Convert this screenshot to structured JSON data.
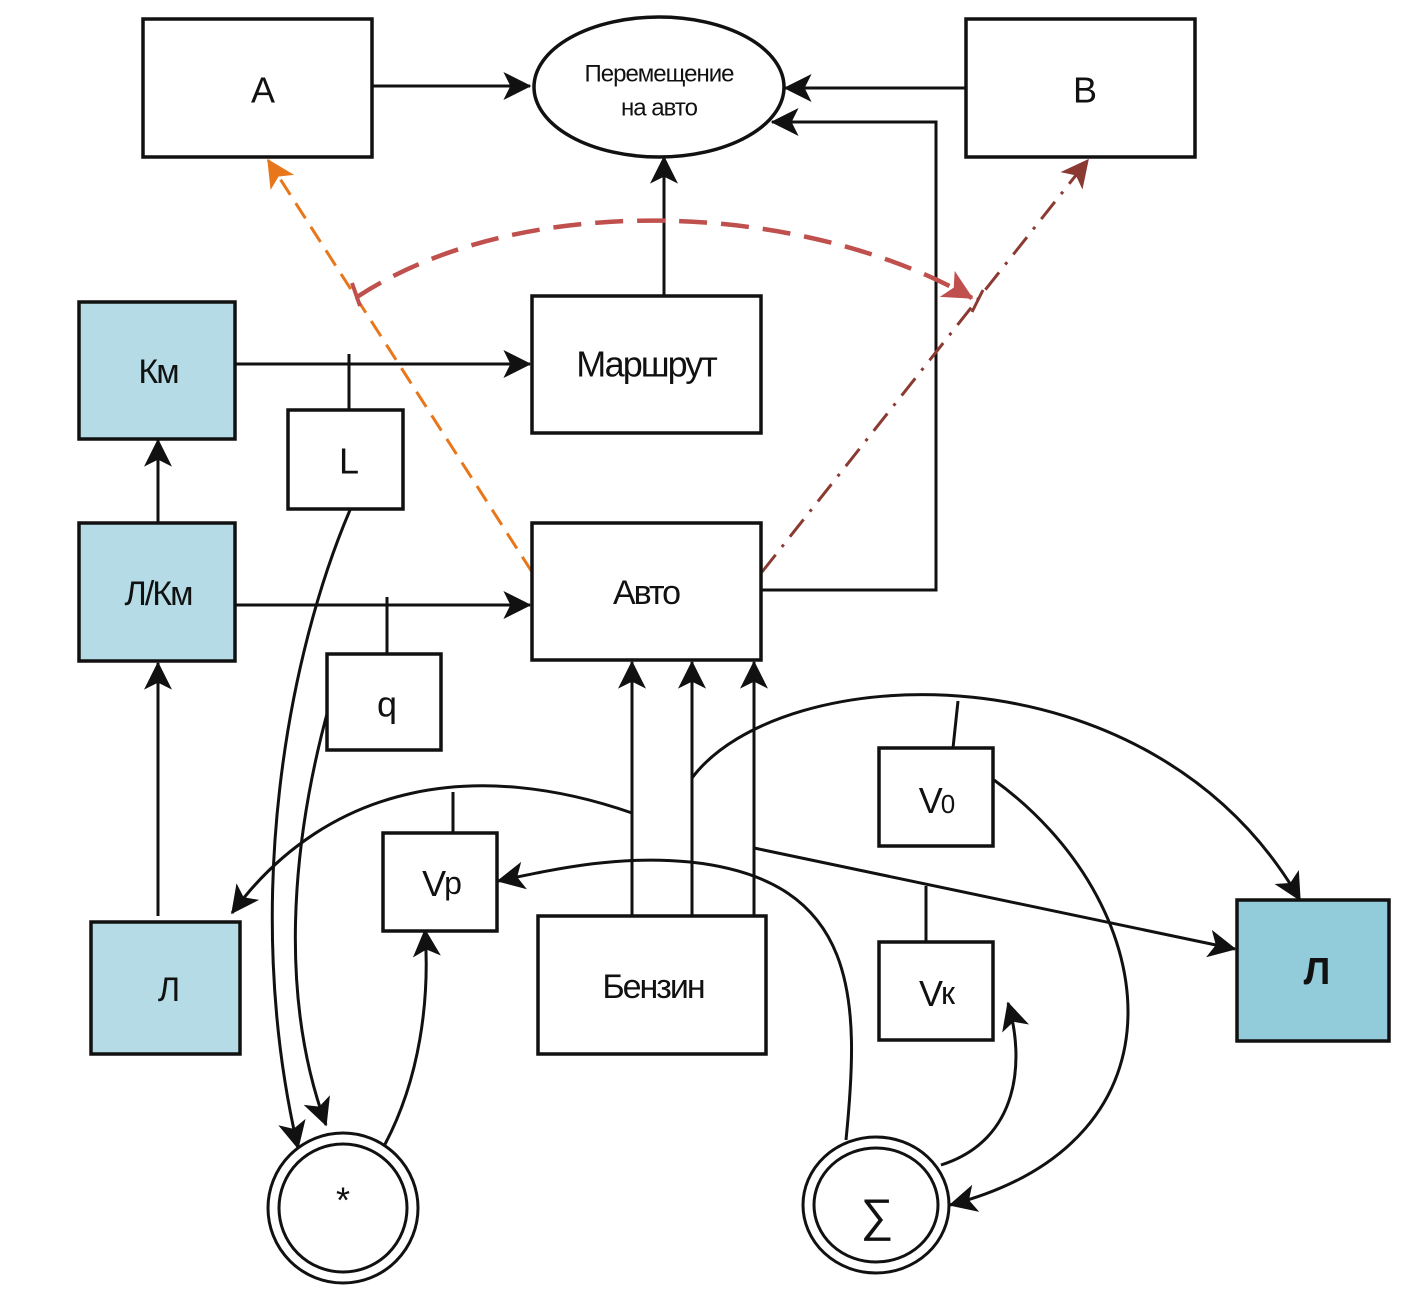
{
  "diagram": {
    "nodes": {
      "a": {
        "label": "A"
      },
      "b": {
        "label": "B"
      },
      "movement": {
        "line1": "Перемещение",
        "line2": "на авто"
      },
      "route": {
        "label": "Маршрут"
      },
      "auto": {
        "label": "Авто"
      },
      "km": {
        "label": "Км"
      },
      "l_per_km": {
        "label": "Л/Км"
      },
      "l_left": {
        "label": "Л"
      },
      "l_right": {
        "label": "Л"
      },
      "L": {
        "label": "L"
      },
      "q": {
        "label": "q"
      },
      "vp": {
        "label": "Vp"
      },
      "v0": {
        "label": "V0"
      },
      "vk": {
        "label": "Vк"
      },
      "gasoline": {
        "label": "Бензин"
      },
      "multiply": {
        "label": "*"
      },
      "sum": {
        "label": "∑"
      }
    },
    "colors": {
      "input_fill": "#b5dce6",
      "output_fill": "#92cbd9",
      "orange_dashed": "#e8761a",
      "red_dashed": "#c0504d",
      "darkred_dashdot": "#8b3a32"
    }
  }
}
